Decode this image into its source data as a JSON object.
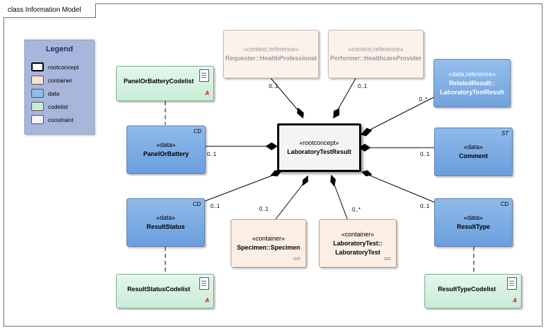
{
  "frame_title": "class Information Model",
  "legend": {
    "title": "Legend",
    "items": [
      {
        "label": "rootconcept",
        "color": "#ffffff"
      },
      {
        "label": "container",
        "color": "#f8e3d4"
      },
      {
        "label": "data",
        "color": "#8ebbea"
      },
      {
        "label": "codelist",
        "color": "#c9ecd7"
      },
      {
        "label": "constraint",
        "color": "#f4f4fa"
      }
    ]
  },
  "root": {
    "stereotype": "«rootconcept»",
    "name": "LaboratoryTestResult"
  },
  "requester": {
    "stereotype": "«context,reference»",
    "name": "Requester::HealthProfessional"
  },
  "performer": {
    "stereotype": "«context,reference»",
    "name": "Performer::HealthcareProvider"
  },
  "related": {
    "stereotype": "«data,reference»",
    "line1": "RelatedResult::",
    "line2": "LaboratoryTestResult"
  },
  "panel_codelist": {
    "name": "PanelOrBatteryCodelist",
    "mark": "A"
  },
  "panel": {
    "stereotype": "«data»",
    "name": "PanelOrBattery",
    "tag": "CD"
  },
  "comment": {
    "stereotype": "«data»",
    "name": "Comment",
    "tag": "ST"
  },
  "result_status": {
    "stereotype": "«data»",
    "name": "ResultStatus",
    "tag": "CD"
  },
  "result_type": {
    "stereotype": "«data»",
    "name": "ResultType",
    "tag": "CD"
  },
  "specimen": {
    "stereotype": "«container»",
    "name": "Specimen::Specimen"
  },
  "labtest": {
    "stereotype": "«container»",
    "line1": "LaboratoryTest::",
    "line2": "LaboratoryTest"
  },
  "result_status_codelist": {
    "name": "ResultStatusCodelist",
    "mark": "A"
  },
  "result_type_codelist": {
    "name": "ResultTypeCodelist",
    "mark": "A"
  },
  "multiplicities": {
    "requester": "0..1",
    "performer": "0..1",
    "related": "0..*",
    "panel": "0..1",
    "comment": "0..1",
    "result_status": "0..1",
    "specimen": "0..1",
    "labtest": "0..*",
    "result_type": "0..1"
  }
}
